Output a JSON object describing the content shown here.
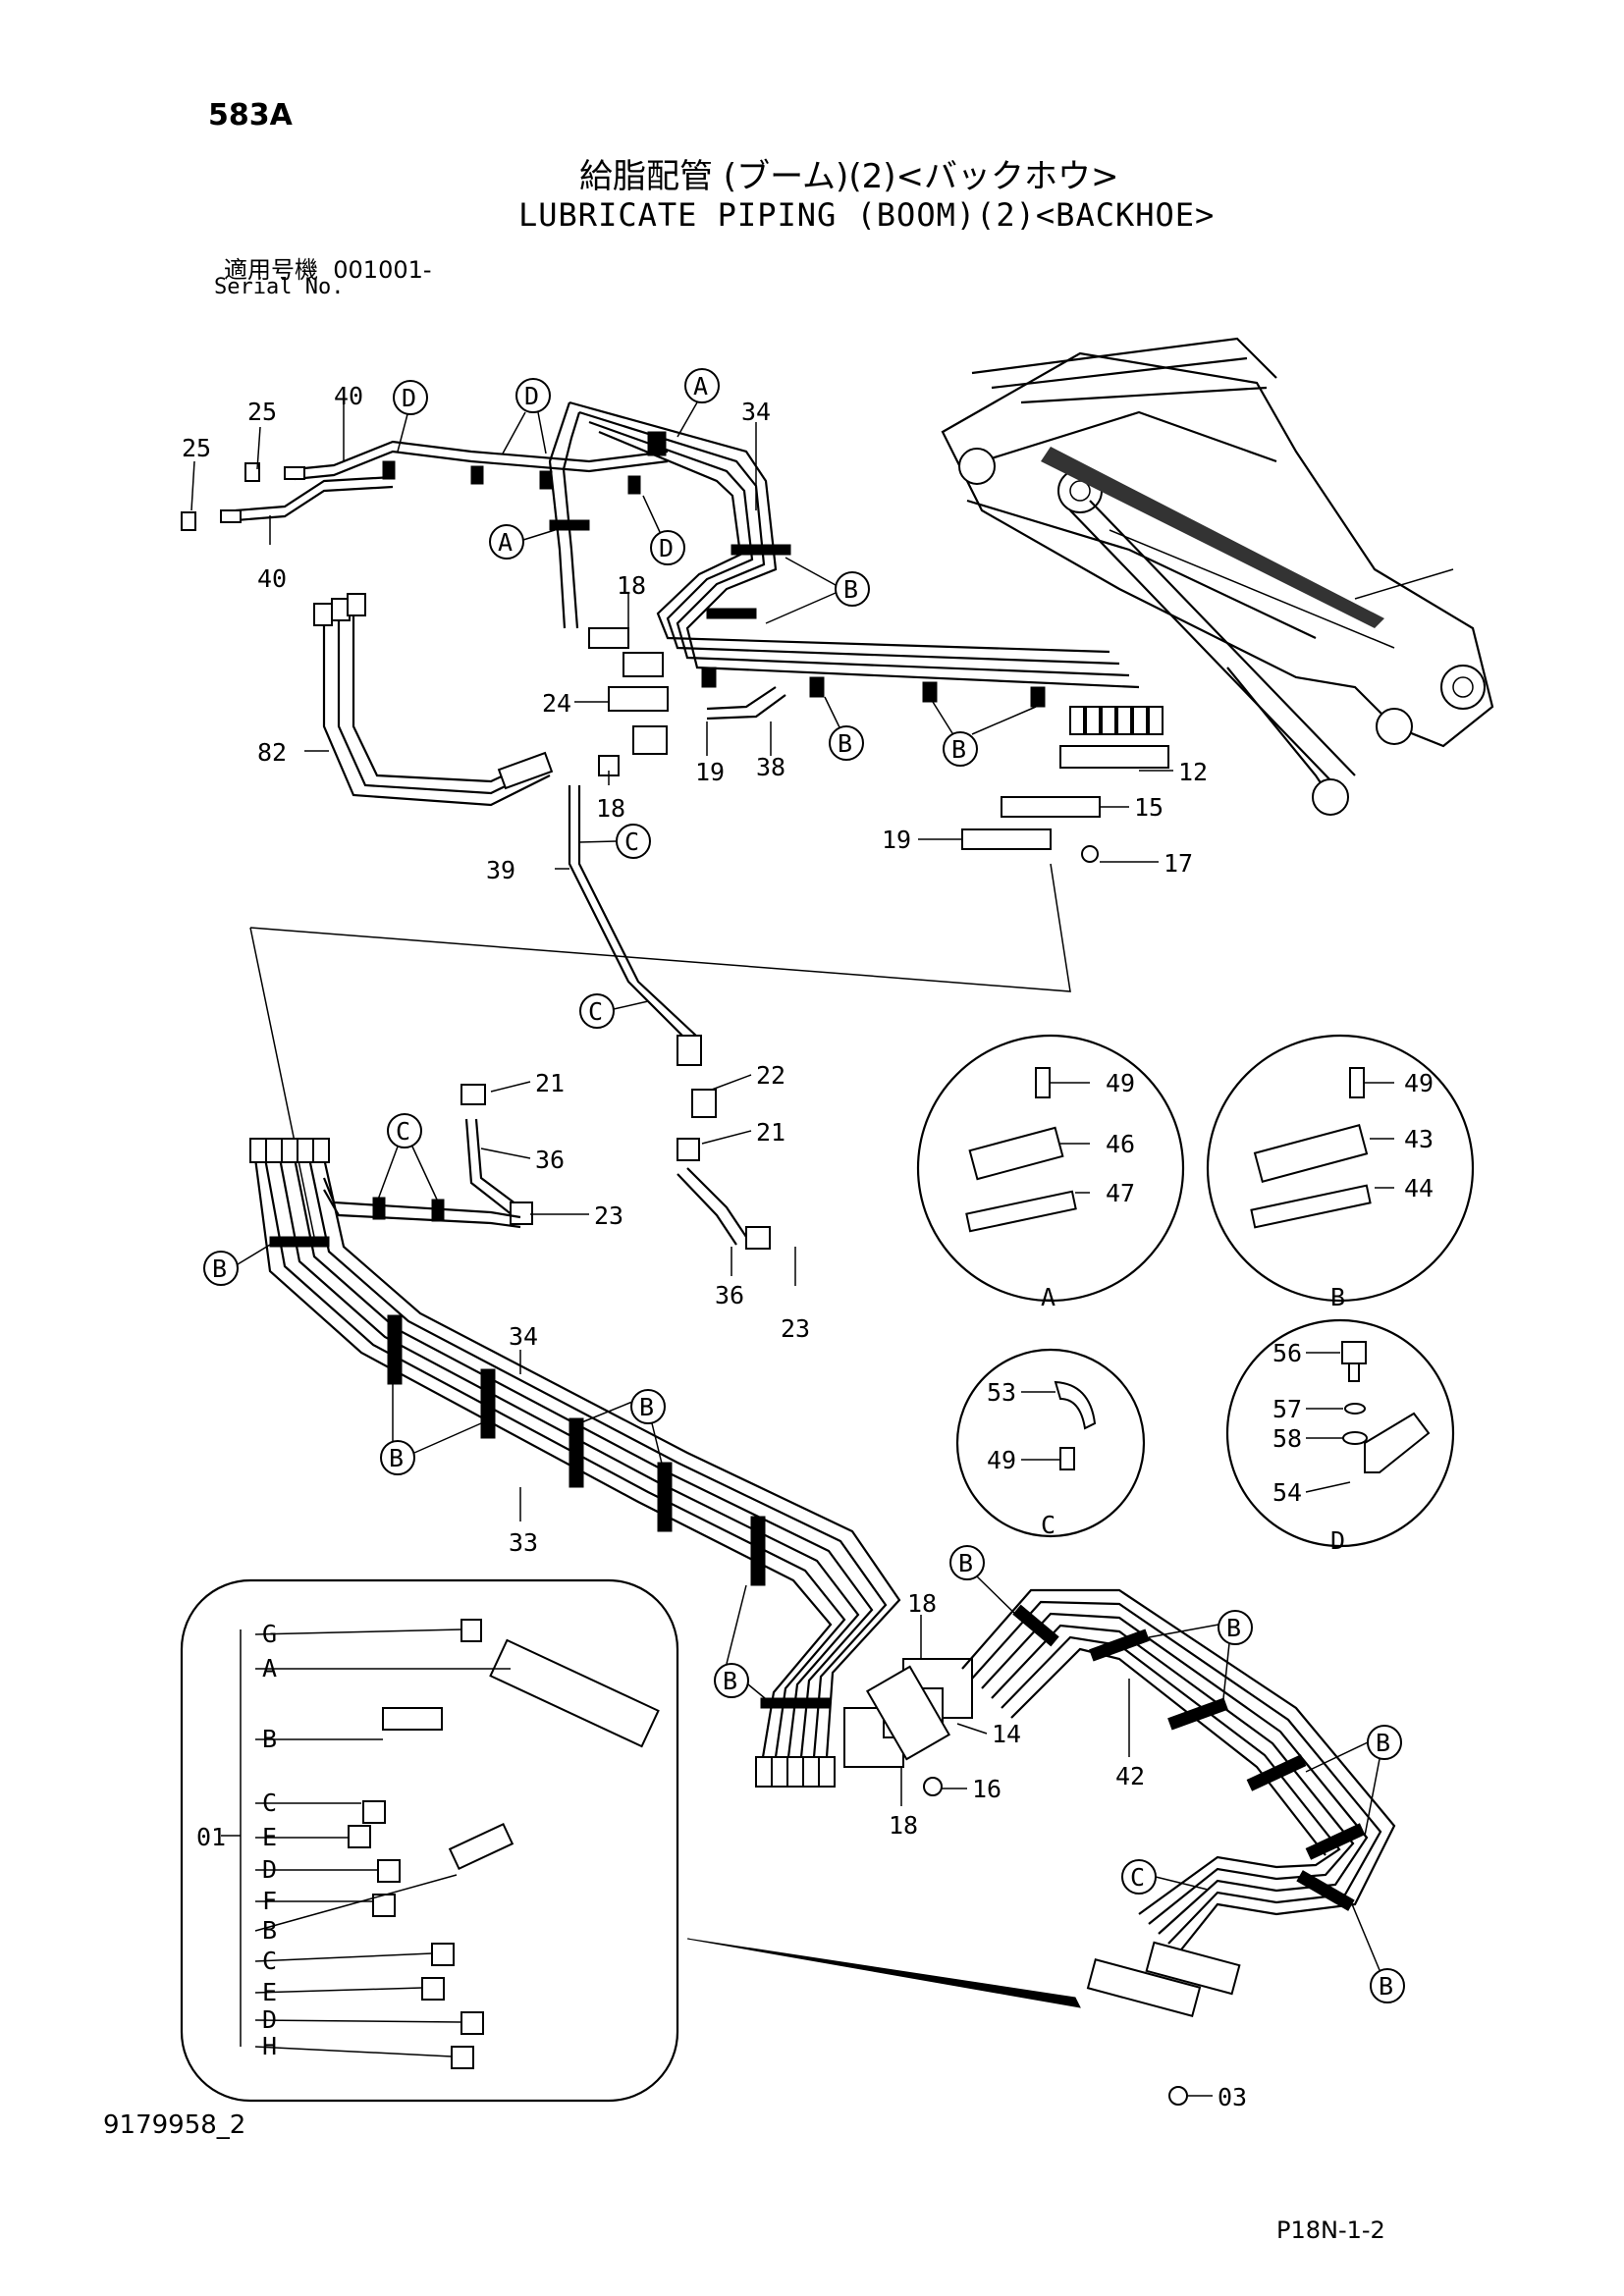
{
  "header": {
    "page_code": "583A",
    "title_jp": "給脂配管 (ブーム)(2)<バックホウ>",
    "title_en": "LUBRICATE PIPING (BOOM)(2)<BACKHOE>",
    "serial_label_jp": "適用号機",
    "serial_value": "001001-",
    "serial_label_en": "Serial No."
  },
  "footer": {
    "document_number": "9179958_2",
    "page_reference": "P18N-1-2"
  },
  "part_labels": {
    "p25a": "25",
    "p25b": "25",
    "p40a": "40",
    "p40b": "40",
    "p34a": "34",
    "p18a": "18",
    "p24": "24",
    "p19a": "19",
    "p38": "38",
    "p12": "12",
    "p82": "82",
    "p18b": "18",
    "p15": "15",
    "p19b": "19",
    "p17": "17",
    "p39": "39",
    "p21a": "21",
    "p36a": "36",
    "p23a": "23",
    "p22": "22",
    "p21b": "21",
    "p36b": "36",
    "p23b": "23",
    "p34b": "34",
    "p33": "33",
    "p18c": "18",
    "p14": "14",
    "p16": "16",
    "p18d": "18",
    "p42": "42",
    "p03": "03",
    "p01": "01",
    "p49a": "49",
    "p46": "46",
    "p47": "47",
    "p49b": "49",
    "p43": "43",
    "p44": "44",
    "p53": "53",
    "p49c": "49",
    "p56": "56",
    "p57": "57",
    "p58": "58",
    "p54": "54"
  },
  "callouts": {
    "A1": "A",
    "A2": "A",
    "D1": "D",
    "D2": "D",
    "D3": "D",
    "B1": "B",
    "B2": "B",
    "B3": "B",
    "B4": "B",
    "B5": "B",
    "B6": "B",
    "B7": "B",
    "B8": "B",
    "B9": "B",
    "B10": "B",
    "B11": "B",
    "B12": "B",
    "C1": "C",
    "C2": "C",
    "C3": "C",
    "C4": "C"
  },
  "detail_views": {
    "A": "A",
    "B": "B",
    "C": "C",
    "D": "D"
  },
  "kit_legend": [
    "G",
    "A",
    "B",
    "C",
    "E",
    "D",
    "F",
    "B",
    "C",
    "E",
    "D",
    "H"
  ]
}
